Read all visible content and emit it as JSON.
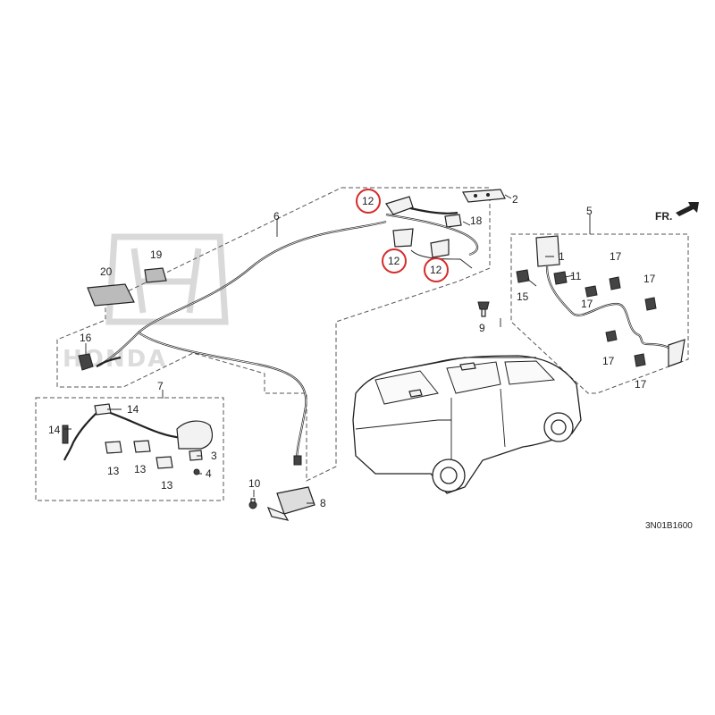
{
  "diagram": {
    "code": "3N01B1600",
    "direction_label": "FR.",
    "watermark_text": "HONDA",
    "highlight_color": "#d62b2b",
    "callouts": {
      "c1": "1",
      "c2": "2",
      "c3": "3",
      "c4": "4",
      "c5": "5",
      "c6": "6",
      "c7": "7",
      "c8": "8",
      "c9": "9",
      "c10": "10",
      "c11": "11",
      "c12a": "12",
      "c12b": "12",
      "c12c": "12",
      "c13a": "13",
      "c13b": "13",
      "c13c": "13",
      "c14a": "14",
      "c14b": "14",
      "c15": "15",
      "c16": "16",
      "c17a": "17",
      "c17b": "17",
      "c17c": "17",
      "c17d": "17",
      "c17e": "17",
      "c18": "18",
      "c19": "19",
      "c20": "20"
    }
  }
}
